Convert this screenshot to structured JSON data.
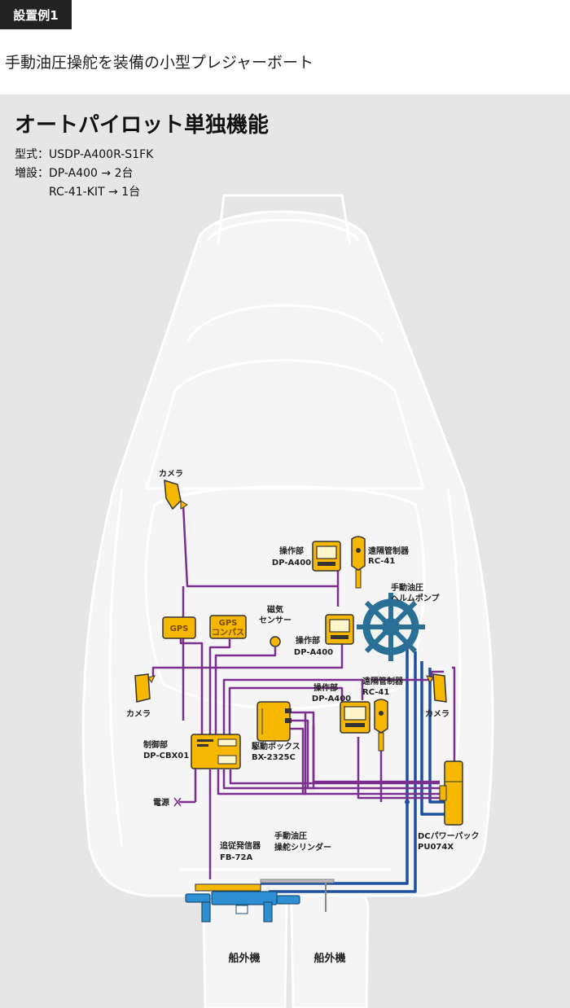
{
  "header": {
    "badge": "設置例1",
    "subtitle": "手動油圧操舵を装備の小型プレジャーボート"
  },
  "panel": {
    "title": "オートパイロット単独機能",
    "spec_model": "型式：USDP-A400R-S1FK",
    "spec_add_1": "増設：DP-A400 → 2台",
    "spec_add_2": "RC-41-KIT → 1台"
  },
  "labels": {
    "camera_top": "カメラ",
    "camera_left": "カメラ",
    "camera_right": "カメラ",
    "control_unit_1_line1": "操作部",
    "control_unit_1_line2": "DP-A400",
    "control_unit_2_line1": "操作部",
    "control_unit_2_line2": "DP-A400",
    "control_unit_3_line1": "操作部",
    "control_unit_3_line2": "DP-A400",
    "remote_1_line1": "遠隔管制器",
    "remote_1_line2": "RC-41",
    "remote_2_line1": "遠隔管制器",
    "remote_2_line2": "RC-41",
    "helm_pump_line1": "手動油圧",
    "helm_pump_line2": "ヘルムポンプ",
    "mag_sensor_line1": "磁気",
    "mag_sensor_line2": "センサー",
    "gps": "GPS",
    "gps_compass_line1": "GPS",
    "gps_compass_line2": "コンパス",
    "drive_box_line1": "駆動ボックス",
    "drive_box_line2": "BX-2325C",
    "controller_line1": "制御部",
    "controller_line2": "DP-CBX01",
    "power": "電源",
    "dc_power_pack_line1": "DCパワーパック",
    "dc_power_pack_line2": "PU074X",
    "follow_unit_line1": "追従発信器",
    "follow_unit_line2": "FB-72A",
    "cylinder_line1": "手動油圧",
    "cylinder_line2": "操舵シリンダー",
    "outboard_left": "船外機",
    "outboard_right": "船外機"
  },
  "colors": {
    "panel_bg": "#e6e6e6",
    "signal_wire": "#7b2f8e",
    "hydraulic_line": "#1e4fa0",
    "device": "#f5b700",
    "helm": "#2a6f95"
  }
}
